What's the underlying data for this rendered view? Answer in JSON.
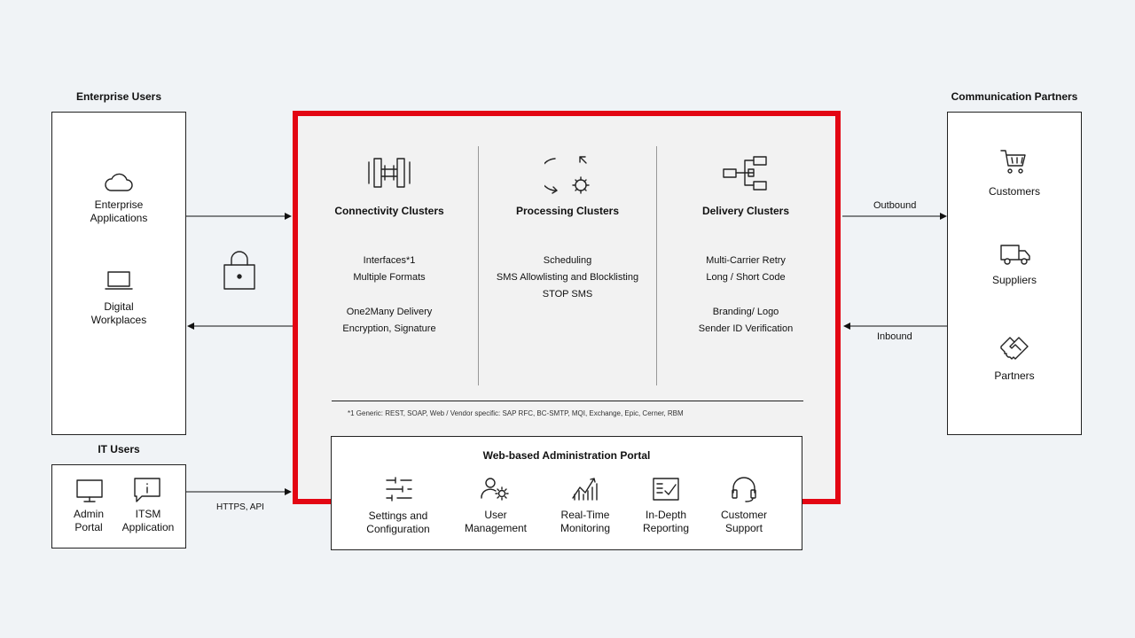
{
  "enterprise_users": {
    "title": "Enterprise Users",
    "items": [
      {
        "label_1": "Enterprise",
        "label_2": "Applications",
        "icon": "cloud-icon"
      },
      {
        "label_1": "Digital",
        "label_2": "Workplaces",
        "icon": "laptop-icon"
      }
    ]
  },
  "it_users": {
    "title": "IT Users",
    "items": [
      {
        "label_1": "Admin",
        "label_2": "Portal",
        "icon": "monitor-icon"
      },
      {
        "label_1": "ITSM",
        "label_2": "Application",
        "icon": "info-chat-icon"
      }
    ]
  },
  "communication_partners": {
    "title": "Communication Partners",
    "items": [
      {
        "label": "Customers",
        "icon": "cart-icon"
      },
      {
        "label": "Suppliers",
        "icon": "truck-icon"
      },
      {
        "label": "Partners",
        "icon": "handshake-icon"
      }
    ]
  },
  "arrows": {
    "outbound": "Outbound",
    "inbound": "Inbound",
    "https_api": "HTTPS, API"
  },
  "clusters": [
    {
      "title": "Connectivity Clusters",
      "icon": "connector-icon",
      "group_1": [
        "Interfaces*1",
        "Multiple Formats"
      ],
      "group_2": [
        "One2Many Delivery",
        "Encryption, Signature"
      ]
    },
    {
      "title": "Processing Clusters",
      "icon": "processing-icon",
      "group_1": [
        "Scheduling",
        "SMS Allowlisting and Blocklisting",
        "STOP SMS"
      ],
      "group_2": []
    },
    {
      "title": "Delivery Clusters",
      "icon": "hierarchy-icon",
      "group_1": [
        "Multi-Carrier Retry",
        "Long / Short Code"
      ],
      "group_2": [
        "Branding/ Logo",
        "Sender ID Verification"
      ]
    }
  ],
  "footnote": "*1 Generic: REST, SOAP, Web / Vendor specific: SAP RFC, BC-SMTP, MQI, Exchange, Epic, Cerner, RBM",
  "admin_portal": {
    "title": "Web-based Administration Portal",
    "items": [
      {
        "label_1": "Settings and",
        "label_2": "Configuration",
        "icon": "sliders-icon"
      },
      {
        "label_1": "User",
        "label_2": "Management",
        "icon": "user-gear-icon"
      },
      {
        "label_1": "Real-Time",
        "label_2": "Monitoring",
        "icon": "chart-icon"
      },
      {
        "label_1": "In-Depth",
        "label_2": "Reporting",
        "icon": "report-icon"
      },
      {
        "label_1": "Customer",
        "label_2": "Support",
        "icon": "headset-icon"
      }
    ]
  },
  "colors": {
    "frame": "#e30613",
    "background": "#f0f3f6"
  }
}
